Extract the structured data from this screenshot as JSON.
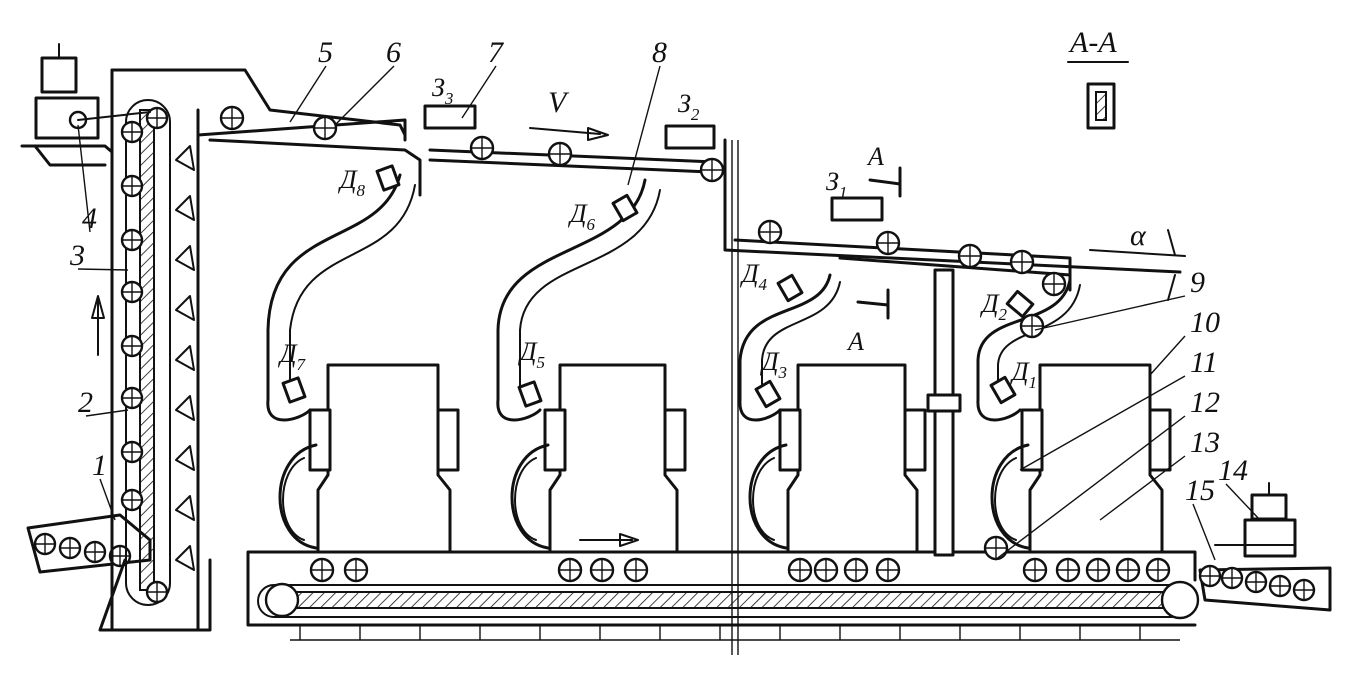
{
  "section_title": "А-А",
  "velocity_label": "V",
  "angle_label": "α",
  "section_mark": "А",
  "numbers": [
    "1",
    "2",
    "3",
    "4",
    "5",
    "6",
    "7",
    "8",
    "9",
    "10",
    "11",
    "12",
    "13",
    "14",
    "15"
  ],
  "stops": [
    {
      "base": "З",
      "sub": "3"
    },
    {
      "base": "З",
      "sub": "2"
    },
    {
      "base": "З",
      "sub": "1"
    }
  ],
  "sensors": [
    {
      "base": "Д",
      "sub": "8"
    },
    {
      "base": "Д",
      "sub": "7"
    },
    {
      "base": "Д",
      "sub": "6"
    },
    {
      "base": "Д",
      "sub": "5"
    },
    {
      "base": "Д",
      "sub": "4"
    },
    {
      "base": "Д",
      "sub": "3"
    },
    {
      "base": "Д",
      "sub": "2"
    },
    {
      "base": "Д",
      "sub": "1"
    }
  ]
}
